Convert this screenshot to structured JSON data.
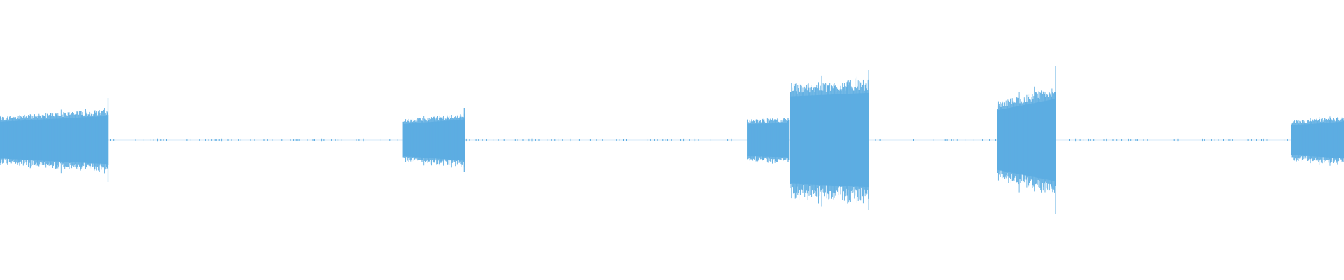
{
  "waveform": {
    "color": "#5dade2",
    "background": "#ffffff",
    "segments": [
      {
        "start": 0.0,
        "end": 0.081,
        "amp_start": 0.16,
        "amp_end": 0.21,
        "peak_end": 0.3
      },
      {
        "start": 0.3,
        "end": 0.346,
        "amp_start": 0.14,
        "amp_end": 0.18,
        "peak_end": 0.23
      },
      {
        "start": 0.556,
        "end": 0.587,
        "amp_start": 0.14,
        "amp_end": 0.15,
        "peak_end": 0.16
      },
      {
        "start": 0.588,
        "end": 0.647,
        "amp_start": 0.38,
        "amp_end": 0.41,
        "peak_end": 0.5
      },
      {
        "start": 0.742,
        "end": 0.786,
        "amp_start": 0.26,
        "amp_end": 0.36,
        "peak_end": 0.53
      },
      {
        "start": 0.961,
        "end": 1.0,
        "amp_start": 0.13,
        "amp_end": 0.16,
        "peak_end": 0.16
      }
    ],
    "silence_gaps": [
      {
        "start": 0.081,
        "end": 0.3
      },
      {
        "start": 0.346,
        "end": 0.556
      },
      {
        "start": 0.647,
        "end": 0.742
      },
      {
        "start": 0.786,
        "end": 0.961
      }
    ]
  }
}
